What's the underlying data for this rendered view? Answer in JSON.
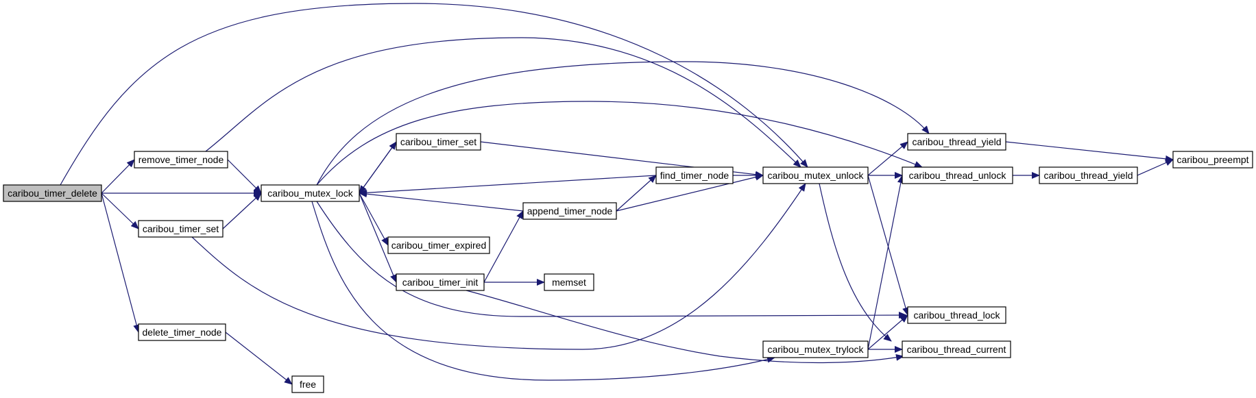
{
  "graph": {
    "title": "",
    "edge_color": "#191970",
    "root_fill": "#bfbfbf",
    "nodes": [
      {
        "id": "timer_delete",
        "label": "caribou_timer_delete",
        "root": true
      },
      {
        "id": "remove_timer_node",
        "label": "remove_timer_node"
      },
      {
        "id": "timer_set_left",
        "label": "caribou_timer_set"
      },
      {
        "id": "delete_timer_node",
        "label": "delete_timer_node"
      },
      {
        "id": "mutex_lock",
        "label": "caribou_mutex_lock"
      },
      {
        "id": "free",
        "label": "free"
      },
      {
        "id": "timer_set_mid",
        "label": "caribou_timer_set"
      },
      {
        "id": "timer_expired",
        "label": "caribou_timer_expired"
      },
      {
        "id": "timer_init",
        "label": "caribou_timer_init"
      },
      {
        "id": "append_timer_node",
        "label": "append_timer_node"
      },
      {
        "id": "memset",
        "label": "memset"
      },
      {
        "id": "find_timer_node",
        "label": "find_timer_node"
      },
      {
        "id": "mutex_unlock",
        "label": "caribou_mutex_unlock"
      },
      {
        "id": "mutex_trylock",
        "label": "caribou_mutex_trylock"
      },
      {
        "id": "thread_yield_top",
        "label": "caribou_thread_yield"
      },
      {
        "id": "thread_unlock",
        "label": "caribou_thread_unlock"
      },
      {
        "id": "thread_lock",
        "label": "caribou_thread_lock"
      },
      {
        "id": "thread_current",
        "label": "caribou_thread_current"
      },
      {
        "id": "thread_yield_right",
        "label": "caribou_thread_yield"
      },
      {
        "id": "preempt",
        "label": "caribou_preempt"
      }
    ],
    "edges": [
      {
        "from": "timer_delete",
        "to": "remove_timer_node"
      },
      {
        "from": "timer_delete",
        "to": "mutex_lock"
      },
      {
        "from": "timer_delete",
        "to": "timer_set_left"
      },
      {
        "from": "timer_delete",
        "to": "delete_timer_node"
      },
      {
        "from": "timer_delete",
        "to": "mutex_unlock"
      },
      {
        "from": "remove_timer_node",
        "to": "mutex_lock"
      },
      {
        "from": "remove_timer_node",
        "to": "mutex_unlock"
      },
      {
        "from": "timer_set_left",
        "to": "mutex_lock"
      },
      {
        "from": "timer_set_left",
        "to": "mutex_unlock"
      },
      {
        "from": "delete_timer_node",
        "to": "free"
      },
      {
        "from": "mutex_lock",
        "to": "timer_set_mid"
      },
      {
        "from": "mutex_lock",
        "to": "timer_expired"
      },
      {
        "from": "mutex_lock",
        "to": "timer_init"
      },
      {
        "from": "mutex_lock",
        "to": "thread_yield_top"
      },
      {
        "from": "mutex_lock",
        "to": "thread_unlock"
      },
      {
        "from": "mutex_lock",
        "to": "thread_lock"
      },
      {
        "from": "mutex_lock",
        "to": "mutex_trylock"
      },
      {
        "from": "timer_set_mid",
        "to": "mutex_lock"
      },
      {
        "from": "timer_set_mid",
        "to": "mutex_unlock"
      },
      {
        "from": "find_timer_node",
        "to": "mutex_lock"
      },
      {
        "from": "find_timer_node",
        "to": "mutex_unlock"
      },
      {
        "from": "append_timer_node",
        "to": "mutex_lock"
      },
      {
        "from": "append_timer_node",
        "to": "find_timer_node"
      },
      {
        "from": "append_timer_node",
        "to": "mutex_unlock"
      },
      {
        "from": "timer_init",
        "to": "append_timer_node"
      },
      {
        "from": "timer_init",
        "to": "memset"
      },
      {
        "from": "timer_init",
        "to": "thread_current"
      },
      {
        "from": "mutex_unlock",
        "to": "thread_yield_top"
      },
      {
        "from": "mutex_unlock",
        "to": "thread_unlock"
      },
      {
        "from": "mutex_unlock",
        "to": "thread_lock"
      },
      {
        "from": "mutex_unlock",
        "to": "thread_current"
      },
      {
        "from": "mutex_trylock",
        "to": "thread_unlock"
      },
      {
        "from": "mutex_trylock",
        "to": "thread_lock"
      },
      {
        "from": "mutex_trylock",
        "to": "thread_current"
      },
      {
        "from": "thread_yield_top",
        "to": "preempt"
      },
      {
        "from": "thread_unlock",
        "to": "thread_yield_right"
      },
      {
        "from": "thread_yield_right",
        "to": "preempt"
      }
    ]
  }
}
